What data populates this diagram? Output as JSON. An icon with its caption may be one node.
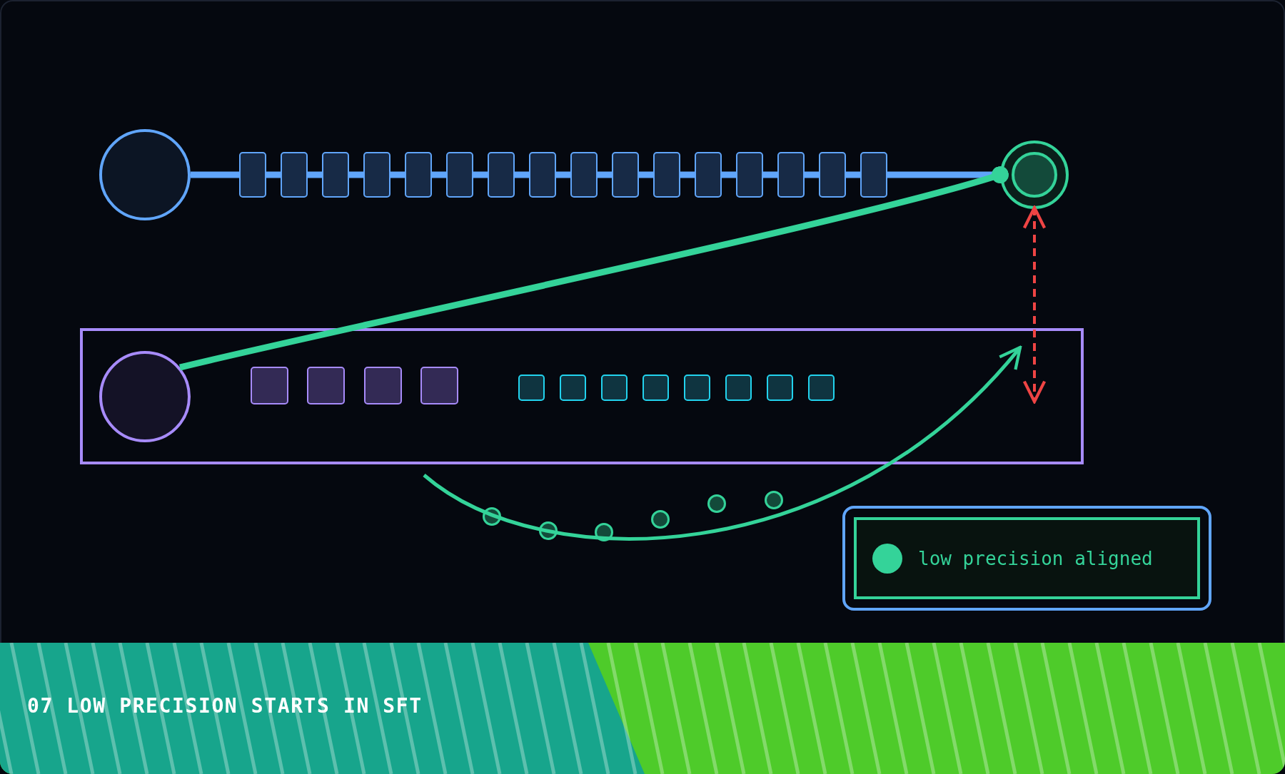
{
  "diagram": {
    "title": "07 LOW PRECISION STARTS IN SFT",
    "nodes": [
      {
        "text": [],
        "shape": "circle"
      },
      {
        "text": [],
        "shape": "box"
      },
      {
        "text": [],
        "shape": "box"
      },
      {
        "text": [],
        "shape": "box"
      },
      {
        "text": [],
        "shape": "box"
      },
      {
        "text": [],
        "shape": "box"
      },
      {
        "text": [],
        "shape": "box"
      },
      {
        "text": [],
        "shape": "box"
      },
      {
        "text": [],
        "shape": "box"
      },
      {
        "text": [],
        "shape": "box"
      },
      {
        "text": [],
        "shape": "box"
      },
      {
        "text": [],
        "shape": "box"
      },
      {
        "text": [],
        "shape": "box"
      },
      {
        "text": [],
        "shape": "box"
      },
      {
        "text": [],
        "shape": "box"
      },
      {
        "text": [],
        "shape": "box"
      },
      {
        "text": [],
        "shape": "box"
      },
      {
        "text": [],
        "shape": "circle"
      },
      {
        "text": [],
        "shape": "box"
      },
      {
        "text": [],
        "shape": "circle",
        "in": 18
      },
      {
        "text": [],
        "shape": "box",
        "in": 18
      },
      {
        "text": [],
        "shape": "box",
        "in": 18
      },
      {
        "text": [],
        "shape": "box",
        "in": 18
      },
      {
        "text": [],
        "shape": "box",
        "in": 18
      },
      {
        "text": [],
        "shape": "box",
        "in": 18
      },
      {
        "text": [],
        "shape": "box",
        "in": 18
      },
      {
        "text": [],
        "shape": "box",
        "in": 18
      },
      {
        "text": [],
        "shape": "box",
        "in": 18
      },
      {
        "text": [],
        "shape": "box",
        "in": 18
      },
      {
        "text": [],
        "shape": "box",
        "in": 18
      },
      {
        "text": [],
        "shape": "box",
        "in": 18
      },
      {
        "text": [],
        "shape": "box",
        "in": 18
      },
      {
        "text": [],
        "shape": "circle"
      },
      {
        "text": [],
        "shape": "circle"
      },
      {
        "text": [],
        "shape": "circle"
      },
      {
        "text": [],
        "shape": "circle"
      },
      {
        "text": [],
        "shape": "circle"
      },
      {
        "text": [],
        "shape": "circle"
      }
    ],
    "edges": [
      {
        "from": 0,
        "to": 1,
        "arrow": "none"
      },
      {
        "from": 1,
        "to": 2,
        "arrow": "none"
      },
      {
        "from": 2,
        "to": 3,
        "arrow": "none"
      },
      {
        "from": 3,
        "to": 4,
        "arrow": "none"
      },
      {
        "from": 4,
        "to": 5,
        "arrow": "none"
      },
      {
        "from": 5,
        "to": 6,
        "arrow": "none"
      },
      {
        "from": 6,
        "to": 7,
        "arrow": "none"
      },
      {
        "from": 7,
        "to": 8,
        "arrow": "none"
      },
      {
        "from": 8,
        "to": 9,
        "arrow": "none"
      },
      {
        "from": 9,
        "to": 10,
        "arrow": "none"
      },
      {
        "from": 10,
        "to": 11,
        "arrow": "none"
      },
      {
        "from": 11,
        "to": 12,
        "arrow": "none"
      },
      {
        "from": 12,
        "to": 13,
        "arrow": "none"
      },
      {
        "from": 13,
        "to": 14,
        "arrow": "none"
      },
      {
        "from": 14,
        "to": 15,
        "arrow": "none"
      },
      {
        "from": 15,
        "to": 16,
        "arrow": "none"
      },
      {
        "from": 16,
        "to": 17,
        "arrow": "none"
      },
      {
        "from": 19,
        "to": 17,
        "arrow": "other",
        "color": "#34d399"
      },
      {
        "from": 17,
        "to": 18,
        "arrow": "both",
        "style": "dashed",
        "color": "#ef4444"
      },
      {
        "from": null,
        "to": 18,
        "arrow": "to",
        "color": "#34d399"
      }
    ],
    "legend": [
      {
        "text": "low precision aligned",
        "color": "#34d399"
      }
    ]
  }
}
